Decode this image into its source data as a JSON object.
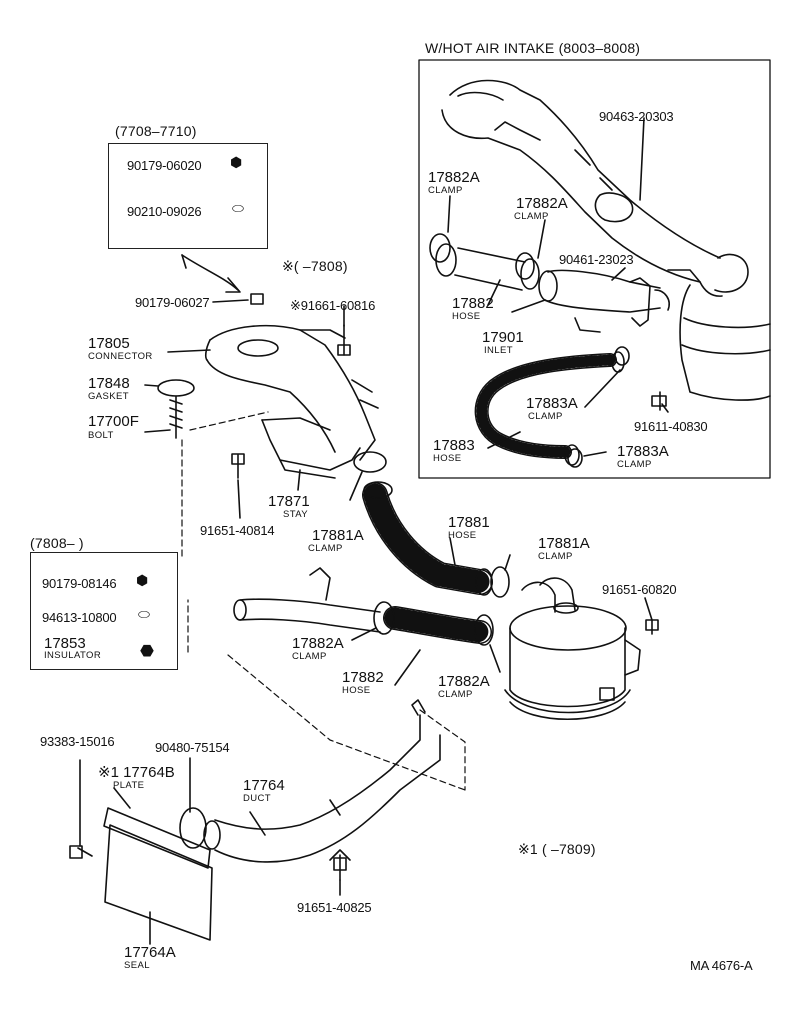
{
  "header_hot_air": "W/HOT AIR INTAKE (8003–8008)",
  "box_7708": {
    "title": "(7708–7710)",
    "p1": "90179-06020",
    "p2": "90210-09026"
  },
  "box_7808": {
    "title": "(7808–        )",
    "p1": "90179-08146",
    "p2": "94613-10800",
    "p3": "17853",
    "p3_name": "INSULATOR"
  },
  "note_7808": "※(        –7808)",
  "note_7809": "※1 (        –7809)",
  "parts": {
    "p90179_06027": "90179-06027",
    "p91661_60816": "※91661-60816",
    "p17805": "17805",
    "p17805_name": "CONNECTOR",
    "p17848": "17848",
    "p17848_name": "GASKET",
    "p17700F": "17700F",
    "p17700F_name": "BOLT",
    "p17871": "17871",
    "p17871_name": "STAY",
    "p91651_40814": "91651-40814",
    "p17881A_a": "17881A",
    "p17881A_a_name": "CLAMP",
    "p17881": "17881",
    "p17881_name": "HOSE",
    "p17881A_b": "17881A",
    "p17881A_b_name": "CLAMP",
    "p91651_60820": "91651-60820",
    "p17882A_a": "17882A",
    "p17882A_a_name": "CLAMP",
    "p17882": "17882",
    "p17882_name": "HOSE",
    "p17882A_b": "17882A",
    "p17882A_b_name": "CLAMP",
    "p93383_15016": "93383-15016",
    "p90480_75154": "90480-75154",
    "p17764B": "※1 17764B",
    "p17764B_name": "PLATE",
    "p17764": "17764",
    "p17764_name": "DUCT",
    "p91651_40825": "91651-40825",
    "p17764A": "17764A",
    "p17764A_name": "SEAL",
    "h90463_20303": "90463-20303",
    "h17882A_a": "17882A",
    "h17882A_a_name": "CLAMP",
    "h17882A_b": "17882A",
    "h17882A_b_name": "CLAMP",
    "h90461_23023": "90461-23023",
    "h17882": "17882",
    "h17882_name": "HOSE",
    "h17901": "17901",
    "h17901_name": "INLET",
    "h17883A_a": "17883A",
    "h17883A_a_name": "CLAMP",
    "h91611_40830": "91611-40830",
    "h17883": "17883",
    "h17883_name": "HOSE",
    "h17883A_b": "17883A",
    "h17883A_b_name": "CLAMP"
  },
  "ref_code": "MA 4676-A"
}
